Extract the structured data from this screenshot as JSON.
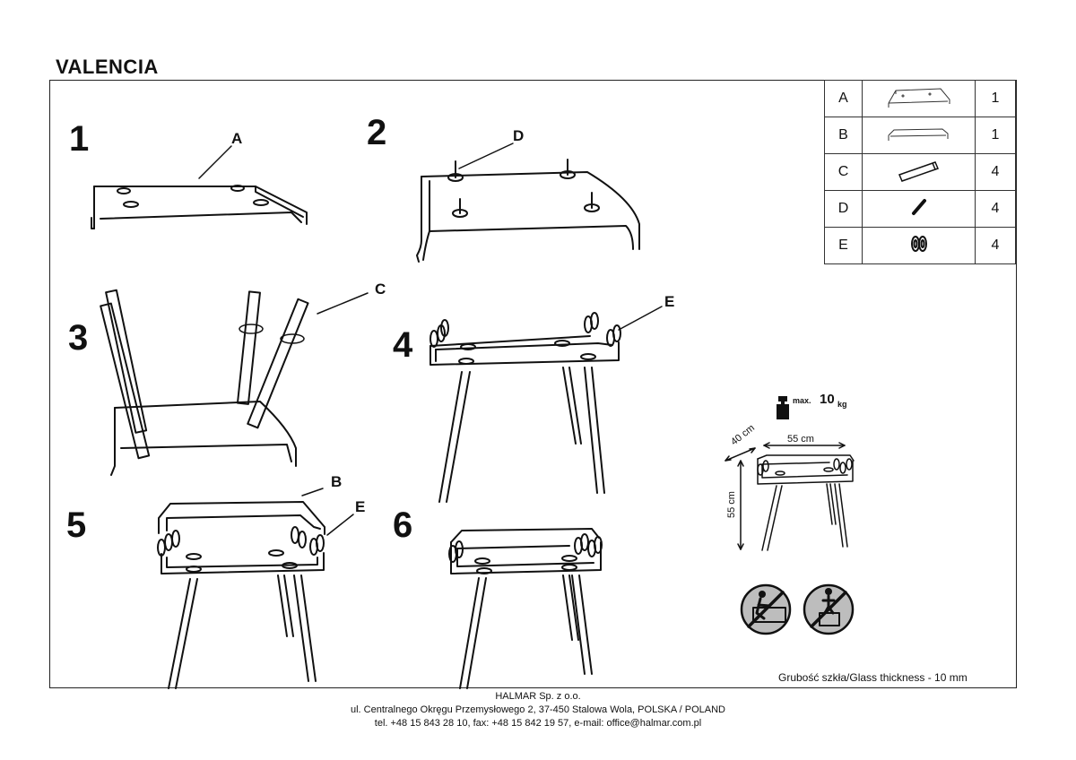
{
  "document": {
    "title": "VALENCIA"
  },
  "steps": [
    "1",
    "2",
    "3",
    "4",
    "5",
    "6"
  ],
  "callouts": {
    "a": "A",
    "b": "B",
    "c": "C",
    "d": "D",
    "e1": "E",
    "e2": "E"
  },
  "parts": [
    {
      "letter": "A",
      "icon": "glass-top-frame-icon",
      "qty": "1"
    },
    {
      "letter": "B",
      "icon": "glass-shelf-icon",
      "qty": "1"
    },
    {
      "letter": "C",
      "icon": "leg-icon",
      "qty": "4"
    },
    {
      "letter": "D",
      "icon": "screw-bolt-icon",
      "qty": "4"
    },
    {
      "letter": "E",
      "icon": "clip-connector-icon",
      "qty": "4"
    }
  ],
  "specs": {
    "max_label": "max.",
    "max_value": "10",
    "max_unit": "kg",
    "depth": "40 cm",
    "width": "55 cm",
    "height": "55 cm",
    "glass_thickness": "Grubość szkła/Glass thickness - 10 mm"
  },
  "footer": {
    "company": "HALMAR Sp. z o.o.",
    "address": "ul. Centralnego Okręgu Przemysłowego 2, 37-450 Stalowa Wola, POLSKA / POLAND",
    "contact": "tel. +48 15 843 28 10, fax: +48 15 842 19 57, e-mail: office@halmar.com.pl"
  }
}
